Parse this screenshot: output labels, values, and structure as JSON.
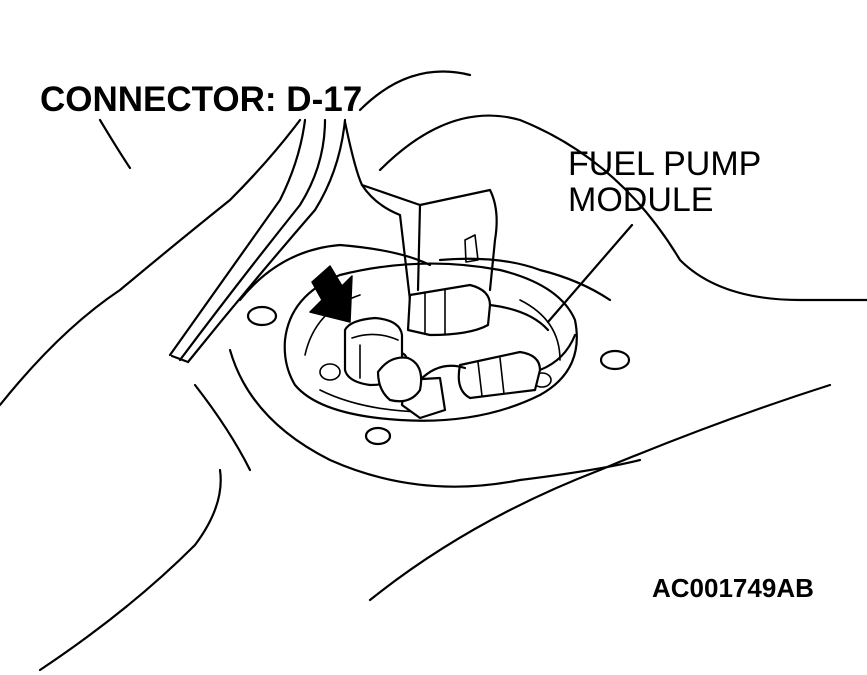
{
  "labels": {
    "connector": "CONNECTOR: D-17",
    "module_line1": "FUEL PUMP",
    "module_line2": "MODULE",
    "figure_code": "AC001749AB"
  },
  "icons": {
    "pointer": "arrow-down-right-icon"
  },
  "colors": {
    "ink": "#000000",
    "paper": "#ffffff"
  }
}
